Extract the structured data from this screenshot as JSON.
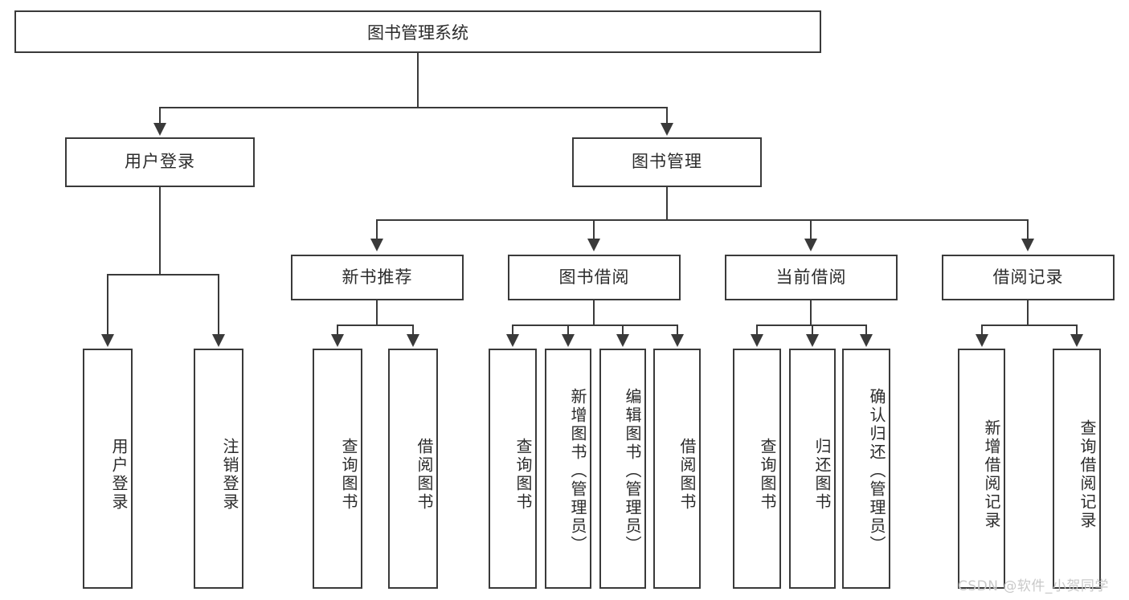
{
  "diagram": {
    "type": "tree",
    "title": "图书管理系统",
    "orientation": "top-down",
    "colors": {
      "box_border": "#3a3a3a",
      "box_fill": "#ffffff",
      "connector": "#3a3a3a",
      "text": "#2b2b2b",
      "watermark": "#c9c9c9",
      "background": "#ffffff"
    },
    "root": {
      "label": "图书管理系统"
    },
    "level2": [
      {
        "label": "用户登录"
      },
      {
        "label": "图书管理"
      }
    ],
    "level3": [
      {
        "label": "新书推荐"
      },
      {
        "label": "图书借阅"
      },
      {
        "label": "当前借阅"
      },
      {
        "label": "借阅记录"
      }
    ],
    "leaves": {
      "user_login": [
        {
          "label": "用户登录"
        },
        {
          "label": "注销登录"
        }
      ],
      "new_book_recommend": [
        {
          "label": "查询图书"
        },
        {
          "label": "借阅图书"
        }
      ],
      "book_borrow": [
        {
          "label": "查询图书"
        },
        {
          "label": "新增图书（管理员）"
        },
        {
          "label": "编辑图书（管理员）"
        },
        {
          "label": "借阅图书"
        }
      ],
      "current_borrow": [
        {
          "label": "查询图书"
        },
        {
          "label": "归还图书"
        },
        {
          "label": "确认归还（管理员）"
        }
      ],
      "borrow_record": [
        {
          "label": "新增借阅记录"
        },
        {
          "label": "查询借阅记录"
        }
      ]
    }
  },
  "watermark": {
    "text": "CSDN @软件_小贺同学"
  }
}
